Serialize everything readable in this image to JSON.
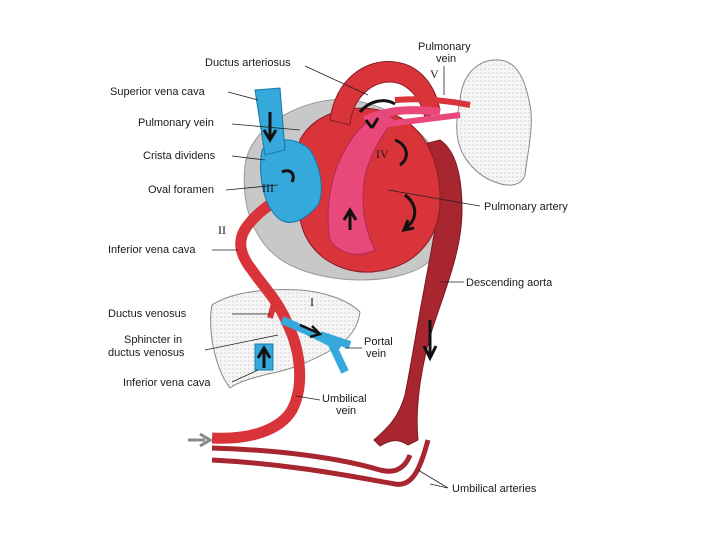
{
  "labels": {
    "ductus_arteriosus": "Ductus arteriosus",
    "pulmonary_vein_top_1": "Pulmonary",
    "pulmonary_vein_top_2": "vein",
    "superior_vena_cava": "Superior vena cava",
    "pulmonary_vein_left": "Pulmonary vein",
    "crista_dividens": "Crista dividens",
    "oval_foramen": "Oval foramen",
    "pulmonary_artery": "Pulmonary artery",
    "inferior_vena_cava_upper": "Inferior vena cava",
    "descending_aorta": "Descending aorta",
    "ductus_venosus": "Ductus venosus",
    "sphincter_1": "Sphincter in",
    "sphincter_2": "ductus venosus",
    "portal_vein_1": "Portal",
    "portal_vein_2": "vein",
    "inferior_vena_cava_lower": "Inferior vena cava",
    "umbilical_vein_1": "Umbilical",
    "umbilical_vein_2": "vein",
    "umbilical_arteries": "Umbilical arteries"
  },
  "numerals": {
    "v": "V",
    "iv": "IV",
    "iii": "III",
    "ii": "II",
    "i": "I"
  },
  "colors": {
    "arterial_red": "#d8343a",
    "dark_red": "#a82630",
    "pink": "#e8487a",
    "venous_blue": "#35a8dc",
    "grey": "#c8c8c8",
    "lung_fill": "#f2f2f2"
  }
}
